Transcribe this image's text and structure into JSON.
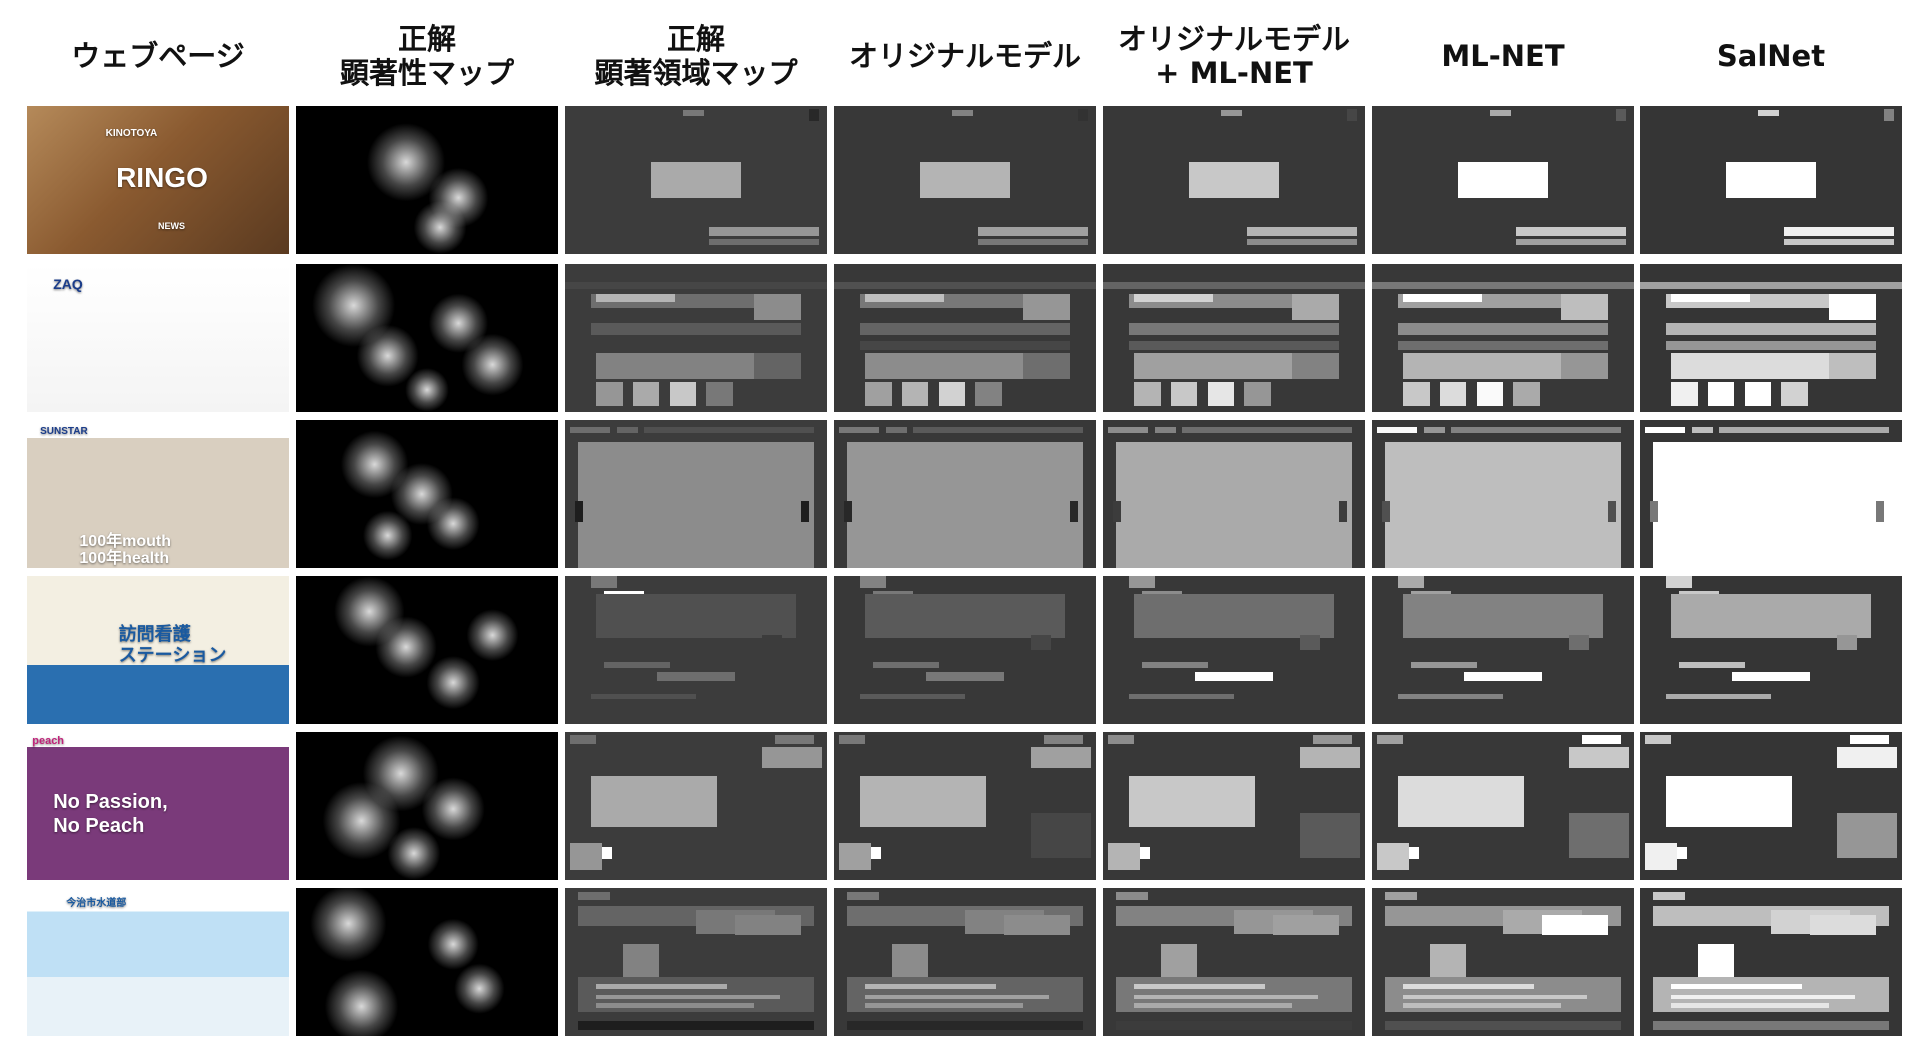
{
  "columns": [
    {
      "key": "webpage",
      "label": "ウェブページ"
    },
    {
      "key": "gt_saliency",
      "label": "正解\n顕著性マップ"
    },
    {
      "key": "gt_region",
      "label": "正解\n顕著領域マップ"
    },
    {
      "key": "original",
      "label": "オリジナルモデル"
    },
    {
      "key": "original_mlnet",
      "label": "オリジナルモデル\n+ ML-NET"
    },
    {
      "key": "mlnet",
      "label": "ML-NET"
    },
    {
      "key": "salnet",
      "label": "SalNet"
    }
  ],
  "thumbnails": [
    {
      "texts": [
        "KINOTOYA",
        "RINGO",
        "NEWS"
      ]
    },
    {
      "texts": [
        "ZAQ"
      ]
    },
    {
      "texts": [
        "SUNSTAR",
        "100年mouth",
        "100年health"
      ]
    },
    {
      "texts": [
        "訪問看護",
        "ステーション"
      ]
    },
    {
      "texts": [
        "peach",
        "No Passion,",
        "No Peach"
      ]
    },
    {
      "texts": [
        "今治市水道部"
      ]
    }
  ]
}
